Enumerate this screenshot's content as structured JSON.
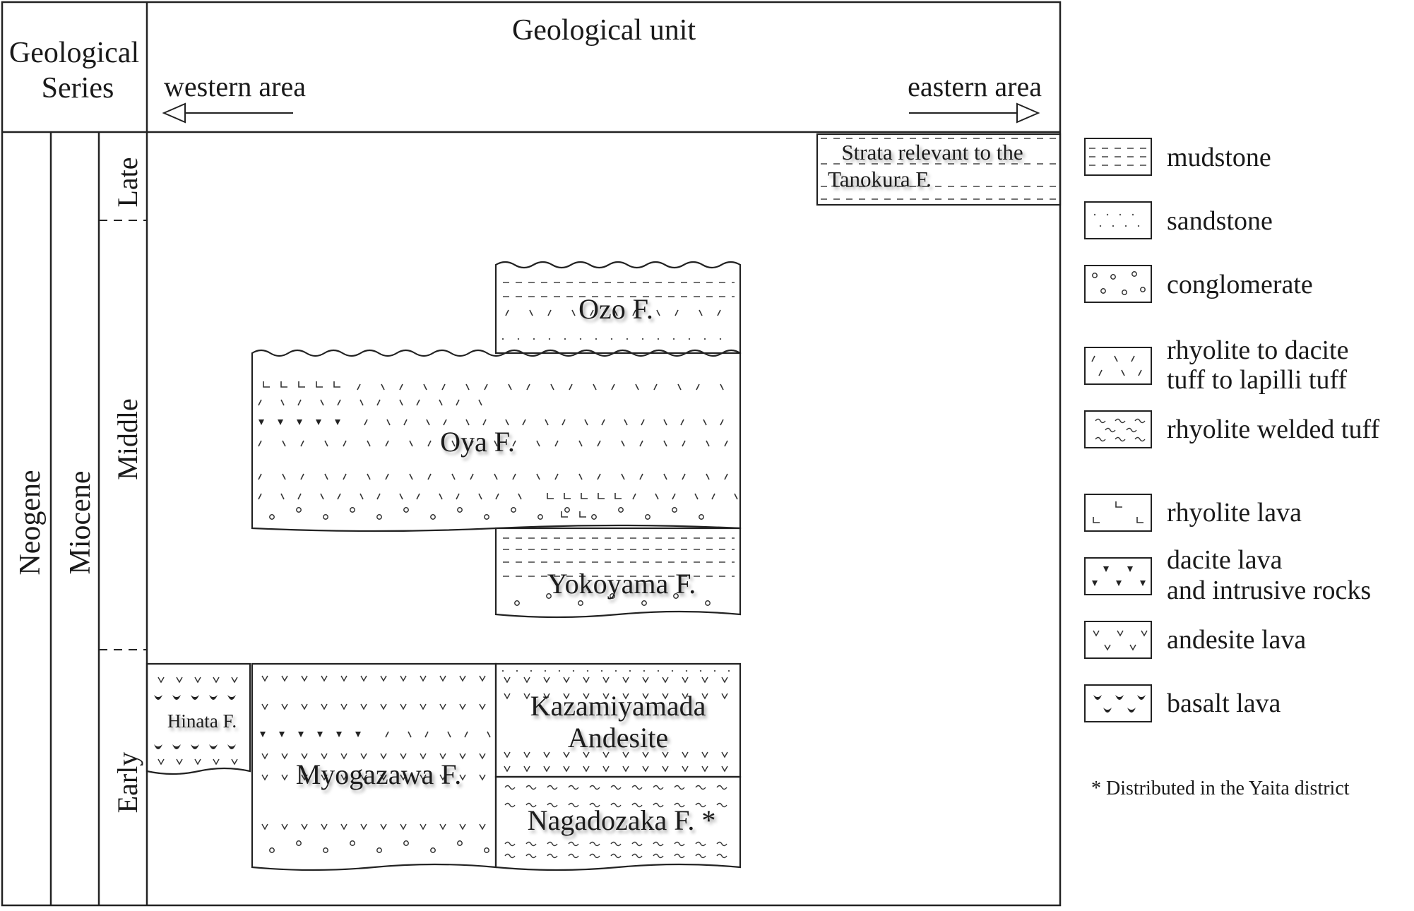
{
  "header": {
    "series_title_line1": "Geological",
    "series_title_line2": "Series",
    "unit_title": "Geological unit",
    "western_area": "western area",
    "eastern_area": "eastern area"
  },
  "series_columns": {
    "period": "Neogene",
    "epoch": "Miocene",
    "subdivisions": [
      "Late",
      "Middle",
      "Early"
    ]
  },
  "units": {
    "strata_line1": "Strata relevant to the",
    "strata_line2": "Tanokura F.",
    "ozo": "Ozo F.",
    "oya": "Oya F.",
    "yokoyama": "Yokoyama F.",
    "hinata": "Hinata F.",
    "myogazawa": "Myogazawa F.",
    "kazamiyamada_line1": "Kazamiyamada",
    "kazamiyamada_line2": "Andesite",
    "nagadozaka": "Nagadozaka F. *"
  },
  "legend": {
    "mudstone": "mudstone",
    "sandstone": "sandstone",
    "conglomerate": "conglomerate",
    "rhyolite_tuff_line1": "rhyolite to dacite",
    "rhyolite_tuff_line2": "tuff to lapilli tuff",
    "welded_tuff": "rhyolite welded tuff",
    "rhyolite_lava": "rhyolite lava",
    "dacite_line1": "dacite lava",
    "dacite_line2": "and intrusive rocks",
    "andesite": "andesite lava",
    "basalt": "basalt lava"
  },
  "footnote": "* Distributed in the Yaita district"
}
